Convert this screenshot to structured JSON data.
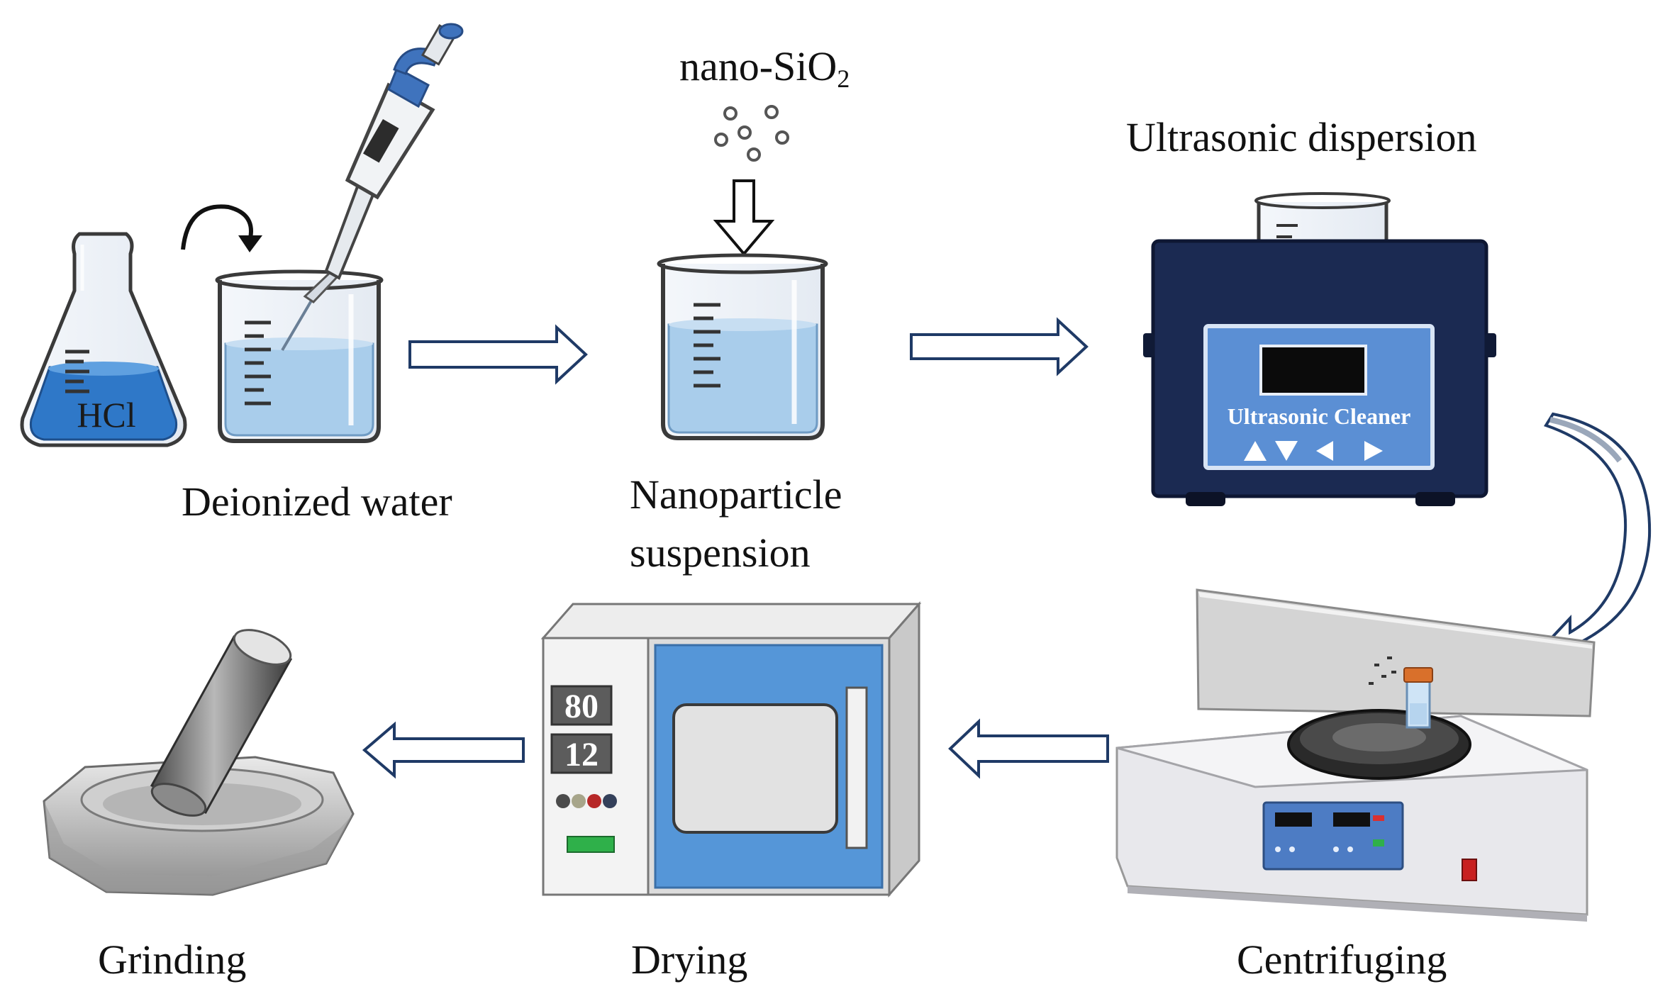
{
  "labels": {
    "deionized_water": "Deionized water",
    "nano_prefix": "nano-SiO",
    "nano_sub": "2",
    "suspension_line1": "Nanoparticle",
    "suspension_line2": "suspension",
    "ultrasonic_dispersion": "Ultrasonic dispersion",
    "centrifuging": "Centrifuging",
    "drying": "Drying",
    "grinding": "Grinding"
  },
  "flask_label": "HCl",
  "cleaner_label": "Ultrasonic Cleaner",
  "oven_display": {
    "top": "80",
    "bottom": "12"
  },
  "colors": {
    "water": "#a9cdeb",
    "hcl_liquid": "#2f78c8",
    "cleaner_body": "#1b2a52",
    "cleaner_panel": "#5b8fd4",
    "oven_door": "#5596d8",
    "arrow_outline": "#1f3a66",
    "pipette_accent": "#3f73bd",
    "tube_cap": "#d9702b"
  }
}
